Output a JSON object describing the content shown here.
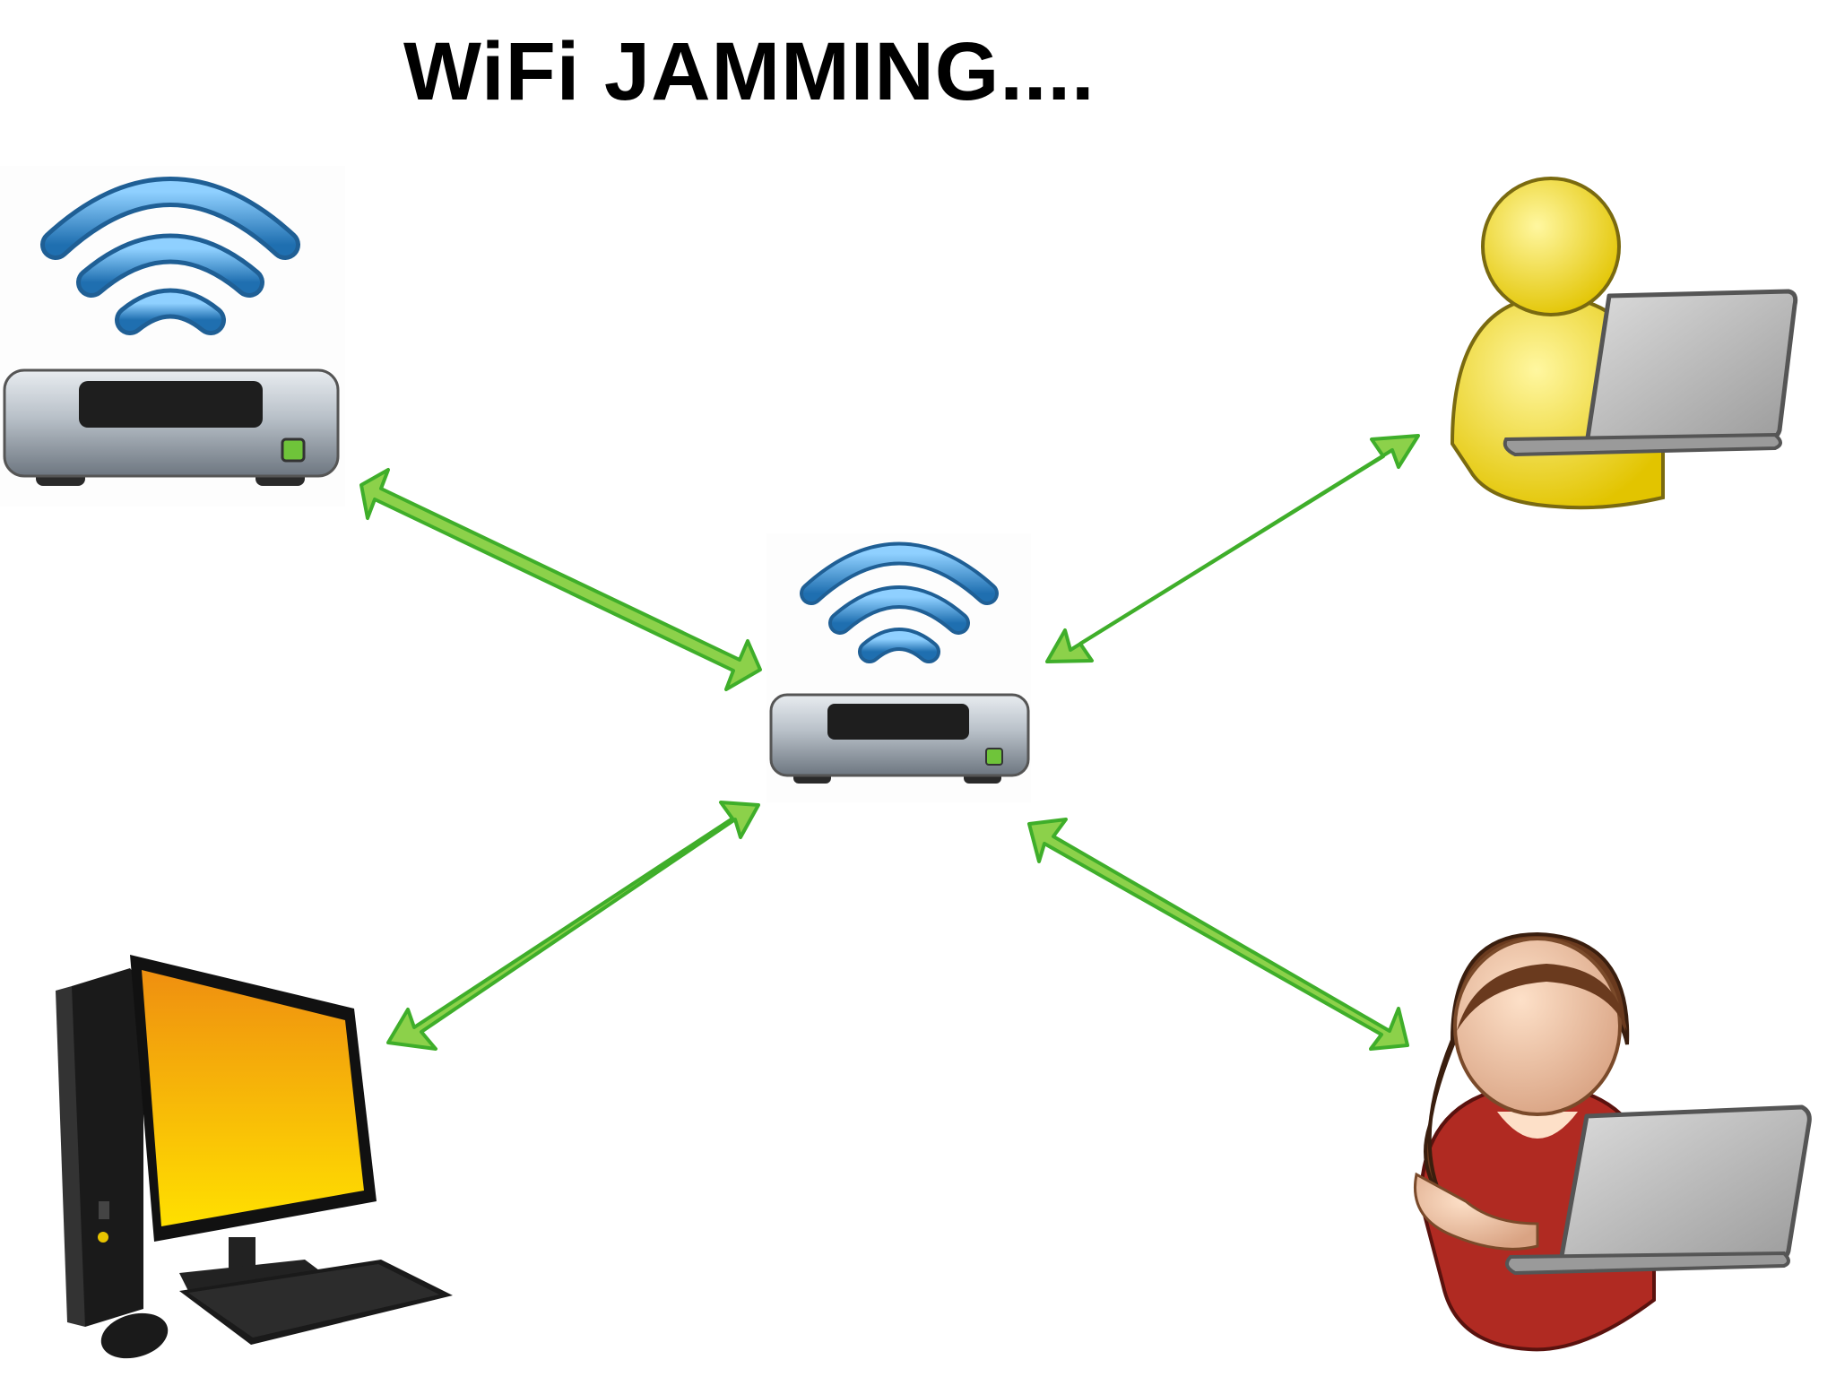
{
  "title": "WiFi JAMMING....",
  "nodes": [
    {
      "id": "router-left",
      "icon": "wifi-router-icon"
    },
    {
      "id": "router-center",
      "icon": "wifi-router-icon"
    },
    {
      "id": "user-yellow-laptop",
      "icon": "user-with-laptop-icon"
    },
    {
      "id": "desktop-computer",
      "icon": "desktop-computer-icon"
    },
    {
      "id": "woman-laptop",
      "icon": "woman-with-laptop-icon"
    }
  ],
  "connections": [
    {
      "from": "router-center",
      "to": "router-left",
      "style": "double-arrow"
    },
    {
      "from": "router-center",
      "to": "user-yellow-laptop",
      "style": "double-arrow"
    },
    {
      "from": "router-center",
      "to": "desktop-computer",
      "style": "double-arrow"
    },
    {
      "from": "router-center",
      "to": "woman-laptop",
      "style": "double-arrow"
    }
  ],
  "colors": {
    "arrow_fill": "#8cd14a",
    "arrow_stroke": "#3fae2a",
    "wifi_wave": "#3a8fd0",
    "router_body": "#9aa3ad",
    "led": "#6fc43a"
  }
}
